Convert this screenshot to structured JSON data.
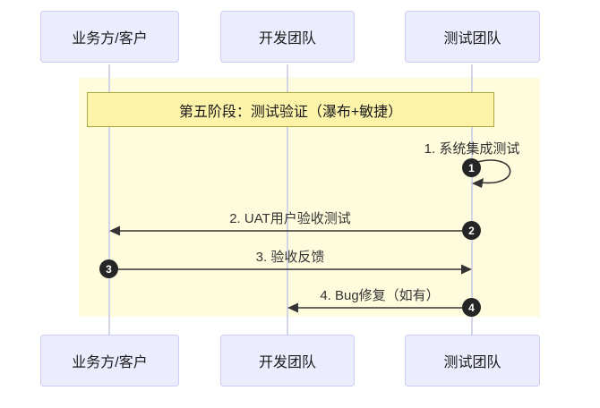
{
  "diagram": {
    "type": "sequence",
    "actors": [
      {
        "id": "business",
        "label": "业务方/客户"
      },
      {
        "id": "dev",
        "label": "开发团队"
      },
      {
        "id": "test",
        "label": "测试团队"
      }
    ],
    "phase": {
      "title": "第五阶段：测试验证（瀑布+敏捷）"
    },
    "messages": [
      {
        "seq": "1",
        "label": "1. 系统集成测试",
        "from": "测试团队",
        "to": "测试团队",
        "type": "self-loop"
      },
      {
        "seq": "2",
        "label": "2. UAT用户验收测试",
        "from": "测试团队",
        "to": "业务方/客户",
        "type": "solid-arrow"
      },
      {
        "seq": "3",
        "label": "3. 验收反馈",
        "from": "业务方/客户",
        "to": "测试团队",
        "type": "solid-arrow"
      },
      {
        "seq": "4",
        "label": "4. Bug修复（如有）",
        "from": "测试团队",
        "to": "开发团队",
        "type": "solid-arrow"
      }
    ],
    "colors": {
      "actor_fill": "#ECECFF",
      "actor_border": "#ccccf5",
      "lifeline": "#d5d5e8",
      "rect_bg": "#fffcde",
      "note_fill": "#fdf3a9",
      "note_border": "#a9a943",
      "arrow": "#333333",
      "seq_circle": "#252525",
      "seq_text": "#ffffff"
    }
  }
}
